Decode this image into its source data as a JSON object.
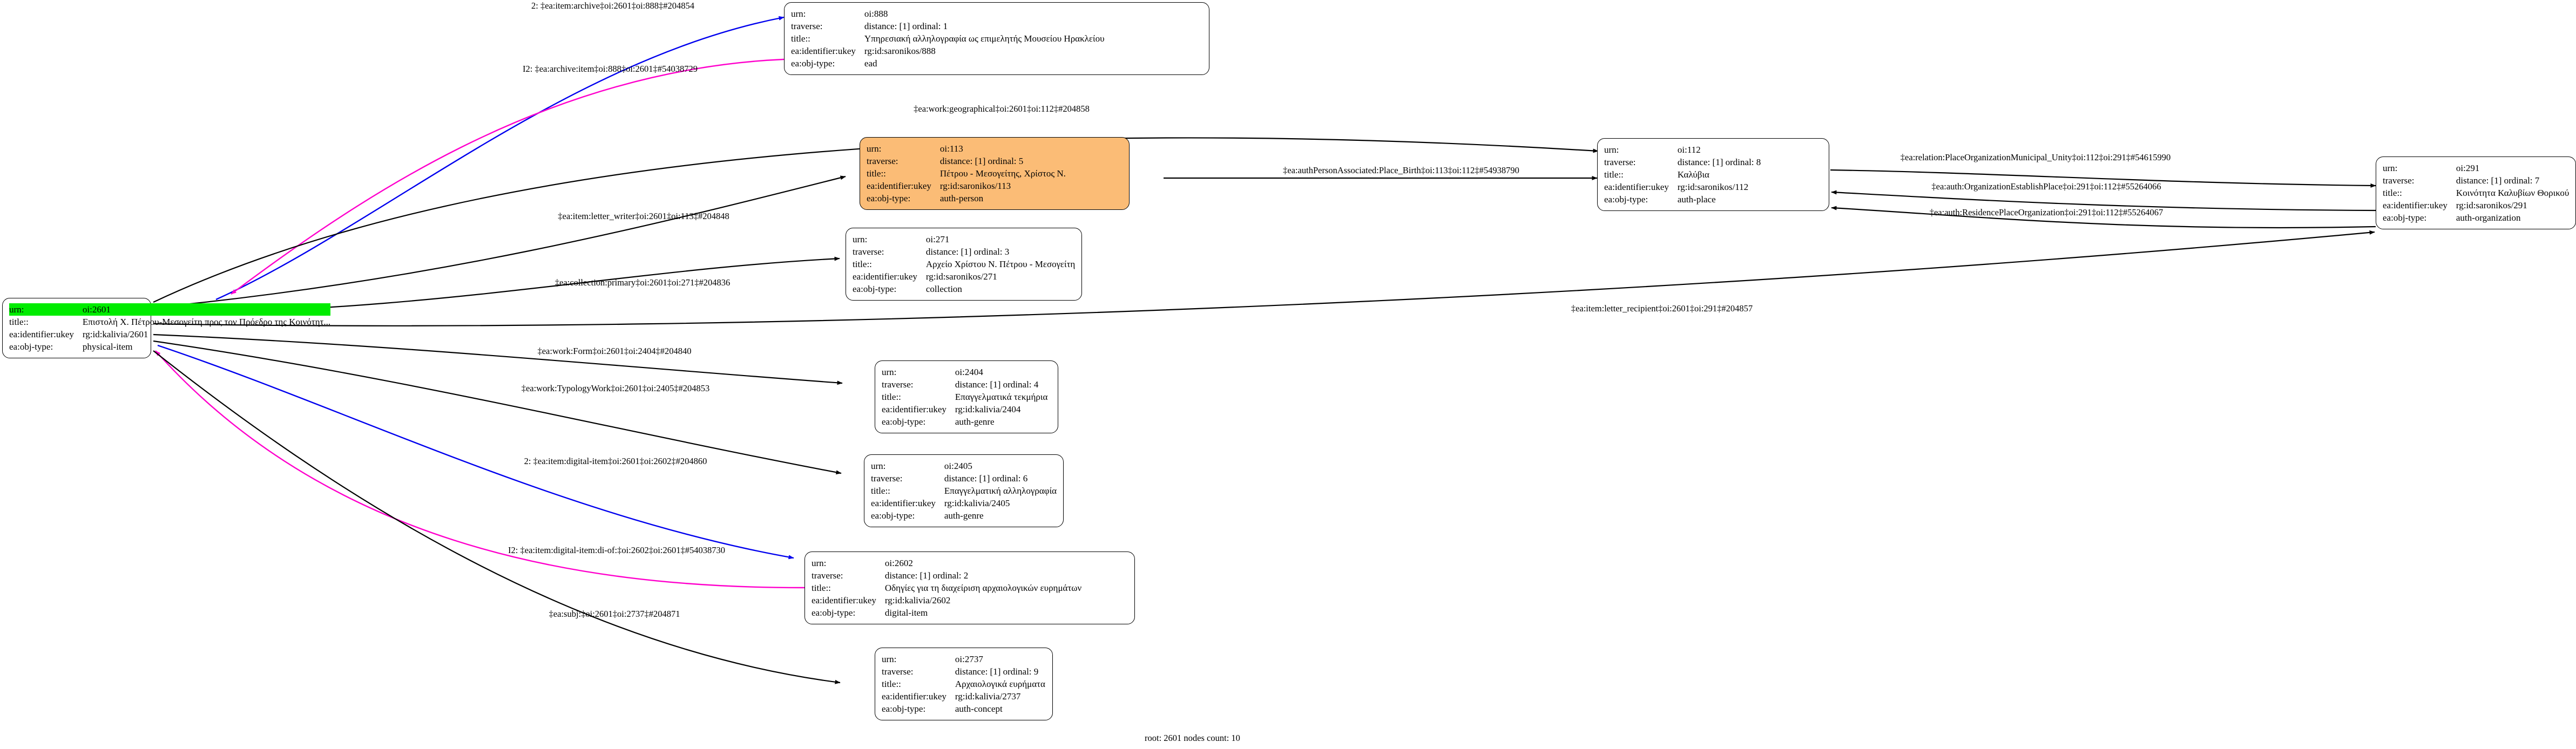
{
  "graph": {
    "footer": "root: 2601 nodes count: 10",
    "field_labels": {
      "urn": "urn:",
      "traverse": "traverse:",
      "title": "title::",
      "ukey": "ea:identifier:ukey",
      "objtype": "ea:obj-type:"
    },
    "colors": {
      "root_highlight": "#00ec00",
      "person_fill": "#fbbc76",
      "edge_default": "#000000",
      "edge_blue": "#0000ee",
      "edge_magenta": "#ff00cc"
    },
    "nodes": [
      {
        "id": "n2601",
        "urn": "oi:2601",
        "traverse": "",
        "title": "Επιστολή Χ. Πέτρου-Μεσογείτη προς τον Πρόεδρο της Κοινότητ...",
        "ukey": "rg:id:kalivia/2601",
        "objtype": "physical-item",
        "style": "root"
      },
      {
        "id": "n888",
        "urn": "oi:888",
        "traverse": "distance: [1]     ordinal: 1",
        "title": "Υπηρεσιακή αλληλογραφία ως επιμελητής Μουσείου Ηρακλείου",
        "ukey": "rg:id:saronikos/888",
        "objtype": "ead",
        "style": "plain"
      },
      {
        "id": "n113",
        "urn": "oi:113",
        "traverse": "distance: [1]     ordinal: 5",
        "title": "Πέτρου - Μεσογείτης, Χρίστος Ν.",
        "ukey": "rg:id:saronikos/113",
        "objtype": "auth-person",
        "style": "orange"
      },
      {
        "id": "n271",
        "urn": "oi:271",
        "traverse": "distance: [1]     ordinal: 3",
        "title": "Αρχείο Χρίστου Ν. Πέτρου - Μεσογείτη",
        "ukey": "rg:id:saronikos/271",
        "objtype": "collection",
        "style": "plain"
      },
      {
        "id": "n112",
        "urn": "oi:112",
        "traverse": "distance: [1]     ordinal: 8",
        "title": "Καλύβια",
        "ukey": "rg:id:saronikos/112",
        "objtype": "auth-place",
        "style": "plain"
      },
      {
        "id": "n291",
        "urn": "oi:291",
        "traverse": "distance: [1]     ordinal: 7",
        "title": "Κοινότητα Καλυβίων Θορικού",
        "ukey": "rg:id:saronikos/291",
        "objtype": "auth-organization",
        "style": "plain"
      },
      {
        "id": "n2404",
        "urn": "oi:2404",
        "traverse": "distance: [1]     ordinal: 4",
        "title": "Επαγγελματικά τεκμήρια",
        "ukey": "rg:id:kalivia/2404",
        "objtype": "auth-genre",
        "style": "plain"
      },
      {
        "id": "n2405",
        "urn": "oi:2405",
        "traverse": "distance: [1]     ordinal: 6",
        "title": "Επαγγελματική αλληλογραφία",
        "ukey": "rg:id:kalivia/2405",
        "objtype": "auth-genre",
        "style": "plain"
      },
      {
        "id": "n2602",
        "urn": "oi:2602",
        "traverse": "distance: [1]    ordinal: 2",
        "title": "Οδηγίες για τη διαχείριση αρχαιολογικών ευρημάτων",
        "ukey": "rg:id:kalivia/2602",
        "objtype": "digital-item",
        "style": "plain"
      },
      {
        "id": "n2737",
        "urn": "oi:2737",
        "traverse": "distance: [1]     ordinal: 9",
        "title": "Αρχαιολογικά ευρήματα",
        "ukey": "rg:id:kalivia/2737",
        "objtype": "auth-concept",
        "style": "plain"
      }
    ],
    "edges": [
      {
        "id": "e204854",
        "label": "2: ‡ea:item:archive‡oi:2601‡oi:888‡#204854",
        "color": "#0000ee"
      },
      {
        "id": "e54038729",
        "label": "I2: ‡ea:archive:item‡oi:888‡oi:2601‡#54038729",
        "color": "#ff00cc"
      },
      {
        "id": "e204858",
        "label": "‡ea:work:geographical‡oi:2601‡oi:112‡#204858",
        "color": "#000000"
      },
      {
        "id": "e204848",
        "label": "‡ea:item:letter_writer‡oi:2601‡oi:113‡#204848",
        "color": "#000000"
      },
      {
        "id": "e204836",
        "label": "‡ea:collection:primary‡oi:2601‡oi:271‡#204836",
        "color": "#000000"
      },
      {
        "id": "e54938790",
        "label": "‡ea:authPersonAssociated:Place_Birth‡oi:113‡oi:112‡#54938790",
        "color": "#000000"
      },
      {
        "id": "e54615990",
        "label": "‡ea:relation:PlaceOrganizationMunicipal_Unity‡oi:112‡oi:291‡#54615990",
        "color": "#000000"
      },
      {
        "id": "e55264066",
        "label": "‡ea:auth:OrganizationEstablishPlace‡oi:291‡oi:112‡#55264066",
        "color": "#000000"
      },
      {
        "id": "e55264067",
        "label": "‡ea:auth:ResidencePlaceOrganization‡oi:291‡oi:112‡#55264067",
        "color": "#000000"
      },
      {
        "id": "e204857",
        "label": "‡ea:item:letter_recipient‡oi:2601‡oi:291‡#204857",
        "color": "#000000"
      },
      {
        "id": "e204840",
        "label": "‡ea:work:Form‡oi:2601‡oi:2404‡#204840",
        "color": "#000000"
      },
      {
        "id": "e204853",
        "label": "‡ea:work:TypologyWork‡oi:2601‡oi:2405‡#204853",
        "color": "#000000"
      },
      {
        "id": "e204860",
        "label": "2: ‡ea:item:digital-item‡oi:2601‡oi:2602‡#204860",
        "color": "#0000ee"
      },
      {
        "id": "e54038730",
        "label": "I2: ‡ea:item:digital-item:di-of:‡oi:2602‡oi:2601‡#54038730",
        "color": "#ff00cc"
      },
      {
        "id": "e204871",
        "label": "‡ea:subj:‡oi:2601‡oi:2737‡#204871",
        "color": "#000000"
      }
    ]
  }
}
